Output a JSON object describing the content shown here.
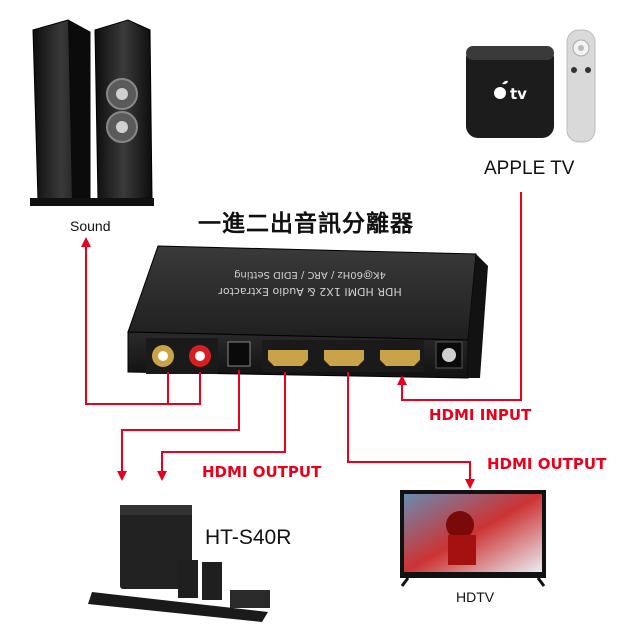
{
  "title": "一進二出音訊分離器",
  "devices": {
    "sound": {
      "label": "Sound",
      "icon": "tower-speakers-icon"
    },
    "apple_tv": {
      "label": "APPLE TV",
      "icon": "apple-tv-box-icon",
      "badge": "tv"
    },
    "hdtv": {
      "label": "HDTV",
      "icon": "flat-tv-icon"
    },
    "soundbar": {
      "label": "HT-S40R",
      "icon": "soundbar-system-icon"
    }
  },
  "splitter": {
    "top_text_1": "HDR HDMI 1X2 & Audio Extractor",
    "top_text_2": "4K@60Hz / ARC / EDID Setting",
    "icon": "hdmi-splitter-box-icon"
  },
  "connections": {
    "hdmi_input": "HDMI INPUT",
    "hdmi_output_left": "HDMI OUTPUT",
    "hdmi_output_right": "HDMI OUTPUT"
  },
  "colors": {
    "connector_line": "#e8001c",
    "device_body": "#1e1e1e"
  }
}
